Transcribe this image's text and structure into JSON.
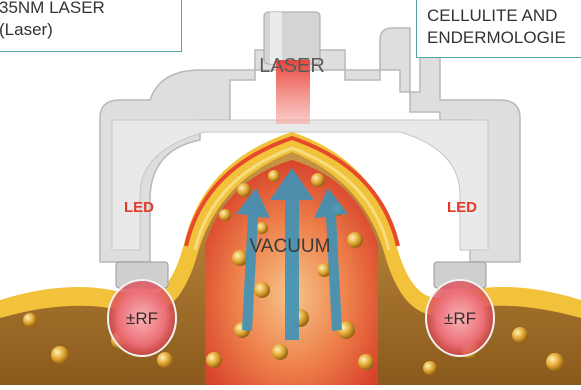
{
  "callouts": {
    "left": {
      "line1": "35NM LASER",
      "line2": "(Laser)"
    },
    "right": {
      "line1": "CELLULITE AND",
      "line2": "ENDERMOLOGIE"
    }
  },
  "labels": {
    "laser": "LASER",
    "led_left": "LED",
    "led_right": "LED",
    "vacuum": "VACUUM",
    "rf_left": "±RF",
    "rf_right": "±RF"
  },
  "colors": {
    "callout_border": "#4fa3a9",
    "handpiece": "#d9d9d9",
    "laser_beam": "#e8443a",
    "led_text": "#e23a24",
    "vacuum_arrow": "#3e93b8",
    "fat_yellow": "#f2c23a",
    "tissue_brown": "#b07a2a"
  }
}
